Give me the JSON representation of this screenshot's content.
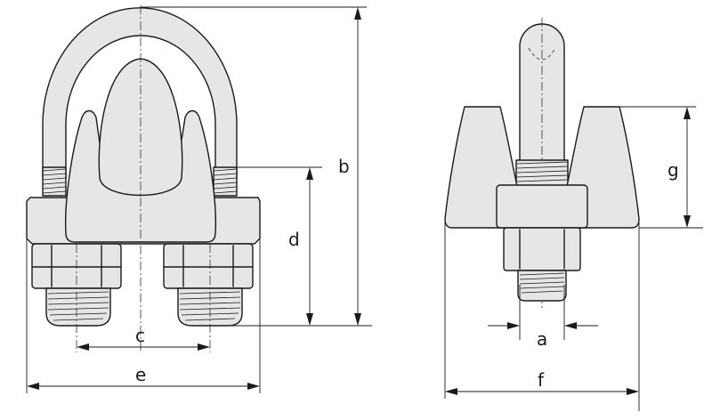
{
  "dimensions": {
    "a": "a",
    "b": "b",
    "c": "c",
    "d": "d",
    "e": "e",
    "f": "f",
    "g": "g"
  },
  "colors": {
    "stroke": "#1a1a1a",
    "fill": "#e6e6e6",
    "background": "#ffffff"
  }
}
